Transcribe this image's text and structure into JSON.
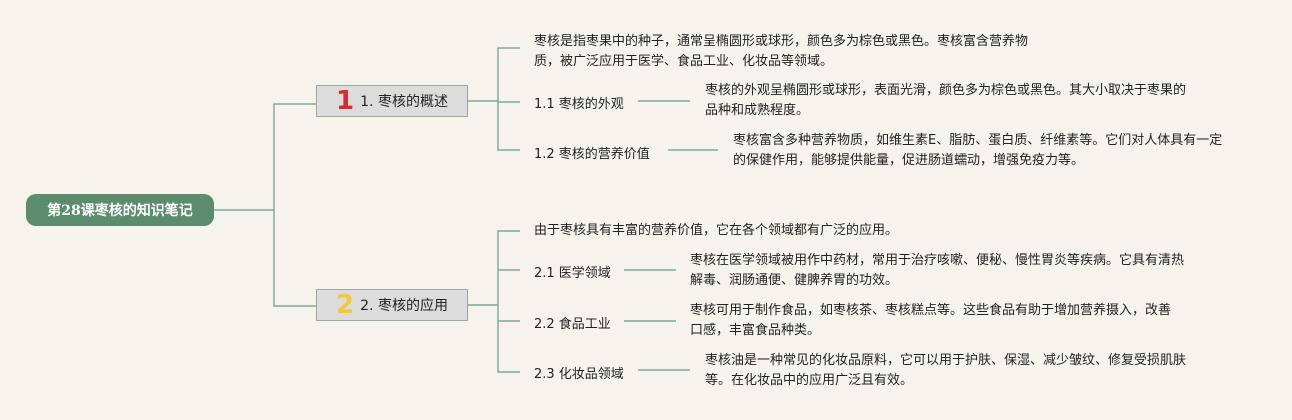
{
  "root": {
    "title": "第28课枣核的知识笔记"
  },
  "branch1": {
    "number": "1",
    "title": "1. 枣核的概述",
    "intro": "枣核是指枣果中的种子，通常呈椭圆形或球形，颜色多为棕色或黑色。枣核富含营养物质，被广泛应用于医学、食品工业、化妆品等领域。",
    "items": [
      {
        "label": "1.1 枣核的外观",
        "text": "枣核的外观呈椭圆形或球形，表面光滑，颜色多为棕色或黑色。其大小取决于枣果的品种和成熟程度。"
      },
      {
        "label": "1.2 枣核的营养价值",
        "text": "枣核富含多种营养物质，如维生素E、脂肪、蛋白质、纤维素等。它们对人体具有一定的保健作用，能够提供能量，促进肠道蠕动，增强免疫力等。"
      }
    ]
  },
  "branch2": {
    "number": "2",
    "title": "2. 枣核的应用",
    "intro": "由于枣核具有丰富的营养价值，它在各个领域都有广泛的应用。",
    "items": [
      {
        "label": "2.1 医学领域",
        "text": "枣核在医学领域被用作中药材，常用于治疗咳嗽、便秘、慢性胃炎等疾病。它具有清热解毒、润肠通便、健脾养胃的功效。"
      },
      {
        "label": "2.2 食品工业",
        "text": "枣核可用于制作食品，如枣核茶、枣核糕点等。这些食品有助于增加营养摄入，改善口感，丰富食品种类。"
      },
      {
        "label": "2.3 化妆品领域",
        "text": "枣核油是一种常见的化妆品原料，它可以用于护肤、保湿、减少皱纹、修复受损肌肤等。在化妆品中的应用广泛且有效。"
      }
    ]
  },
  "colors": {
    "line": "#7fa89a",
    "root_bg": "#5b8c6e",
    "topic_bg": "#dcdcdc",
    "number1": "#d42b2b",
    "number2": "#f0c93b"
  }
}
